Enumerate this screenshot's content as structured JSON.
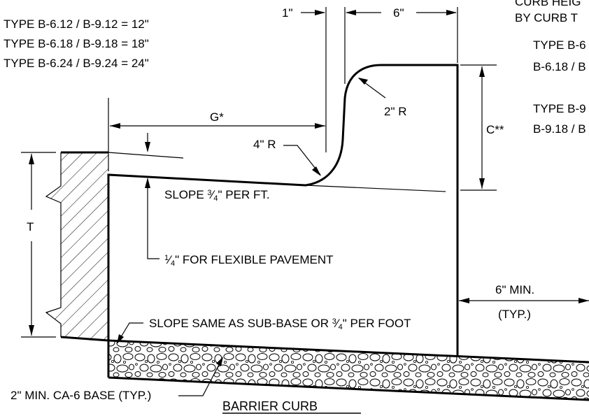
{
  "types": [
    "TYPE B-6.12 / B-9.12 = 12\"",
    "TYPE B-6.18 / B-9.18 = 18\"",
    "TYPE B-6.24 / B-9.24 = 24\""
  ],
  "curb_height_note": [
    "CURB HEIG",
    "BY CURB T"
  ],
  "type_b6": [
    "TYPE B-6",
    "B-6.18 / B"
  ],
  "type_b9": [
    "TYPE B-9",
    "B-9.18 / B"
  ],
  "dims": {
    "one_inch": "1\"",
    "six_inch": "6\"",
    "two_r": "2\" R",
    "four_r": "4\" R",
    "g": "G*",
    "c": "C**",
    "t": "T",
    "six_min": "6\" MIN.",
    "typ": "(TYP.)"
  },
  "notes": {
    "slope_prefix": "SLOPE ",
    "slope_suffix": "\"  PER FT.",
    "flex_suffix": "\" FOR FLEXIBLE PAVEMENT",
    "subbase_prefix": "SLOPE SAME AS SUB-BASE OR ",
    "subbase_suffix": "\" PER FOOT",
    "base": "2\" MIN. CA-6 BASE (TYP.)"
  },
  "fractions": {
    "three_num": "3",
    "four_den": "4",
    "one_num": "1"
  },
  "title": "BARRIER CURB"
}
